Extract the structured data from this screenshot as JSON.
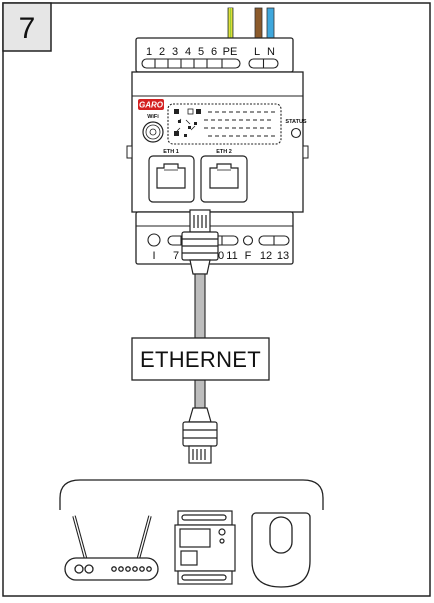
{
  "step_number": "7",
  "top_terminals": {
    "labels": [
      "1",
      "2",
      "3",
      "4",
      "5",
      "6",
      "PE",
      "L",
      "N"
    ]
  },
  "meter": {
    "brand": "GARO",
    "wifi_label": "WiFi",
    "status_label": "STATUS",
    "port1_label": "ETH 1",
    "port2_label": "ETH 2"
  },
  "bottom_terminals": {
    "labels": [
      "I",
      "7",
      "10",
      "11",
      "F",
      "12",
      "13"
    ]
  },
  "connection_label": "ETHERNET",
  "colors": {
    "wire_green_yellow": "#9acd32",
    "wire_brown": "#8b5a2b",
    "wire_blue": "#3fa7dc",
    "brand_red": "#d42020"
  }
}
